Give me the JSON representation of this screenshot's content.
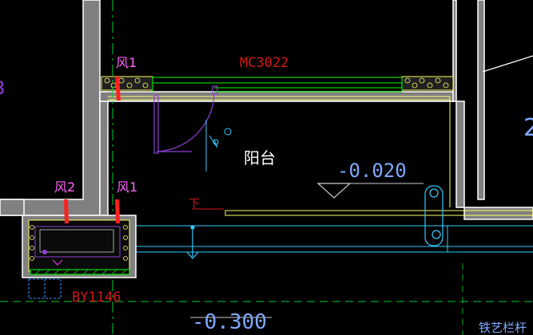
{
  "drawing": {
    "labels": {
      "window_code": "MC3022",
      "balcony": "阳台",
      "level_balcony": "-0.020",
      "level_outside": "-0.300",
      "vent_1_top": "风1",
      "vent_2": "风2",
      "vent_1_bottom": "风1",
      "unit_code": "BY1146",
      "down_mark": "下",
      "railing": "铁艺栏杆",
      "left_edge_fragment": "8",
      "right_edge_fragment": "2"
    },
    "colors": {
      "background": "#000000",
      "wall_fill": "#808080",
      "wall_outline": "#ffffff",
      "insulation": "#ffff66",
      "window": "#00ff00",
      "red_text": "#d01818",
      "door": "#8f3fd6",
      "level_text": "#7fa8ff",
      "axis_line": "#00cc33",
      "cyan": "#33ccff",
      "magenta": "#ff33ff",
      "vent": "#ff2020"
    }
  }
}
